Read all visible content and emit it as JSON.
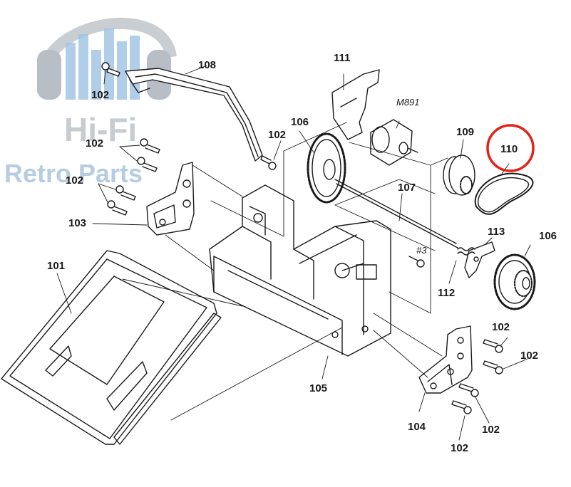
{
  "watermark": {
    "line1": "Hi-Fi",
    "line2": "Retro Parts"
  },
  "diagram": {
    "labels": {
      "l101": "101",
      "l102a": "102",
      "l102b": "102",
      "l102c": "102",
      "l102d": "102",
      "l102e": "102",
      "l102f": "102",
      "l102g": "102",
      "l102h": "102",
      "l103": "103",
      "l104": "104",
      "l105": "105",
      "l106a": "106",
      "l106b": "106",
      "l107": "107",
      "l108": "108",
      "l109": "109",
      "l110": "110",
      "l111": "111",
      "l112": "112",
      "l113": "113",
      "motor": "M891",
      "screw3": "#3"
    },
    "highlight_color": "#e2231a",
    "line_color": "#1a1a1a"
  }
}
